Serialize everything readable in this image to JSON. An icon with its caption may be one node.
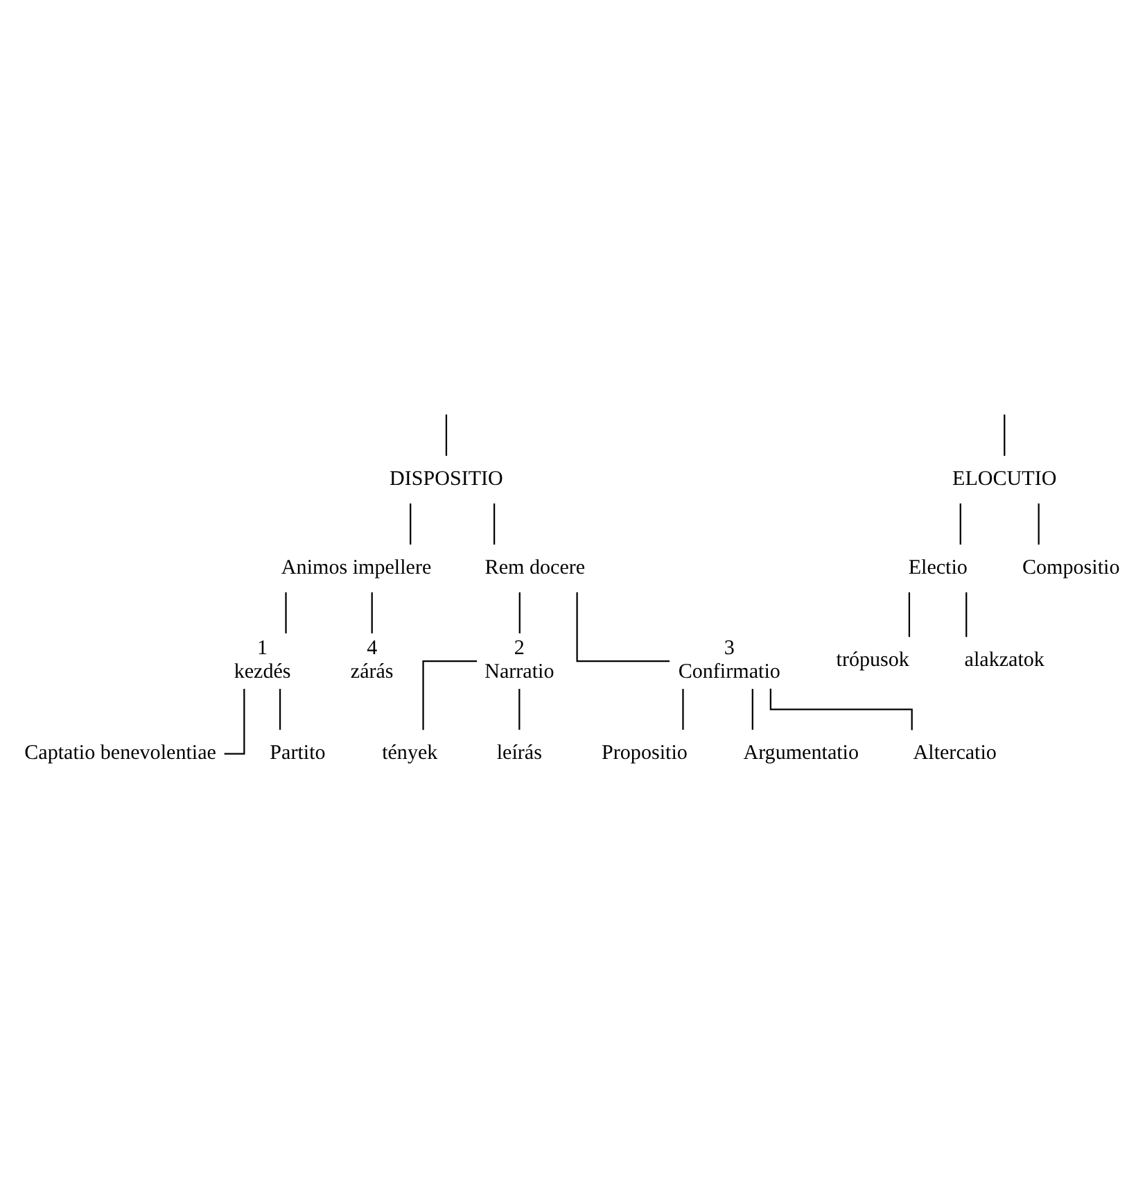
{
  "diagram": {
    "nodes": [
      {
        "text": [
          "DISPOSITIO"
        ]
      },
      {
        "text": [
          "ELOCUTIO"
        ]
      },
      {
        "text": [
          "Electio"
        ]
      },
      {
        "text": [
          "Compositio"
        ]
      },
      {
        "text": [
          "trópusok"
        ]
      },
      {
        "text": [
          "alakzatok"
        ]
      },
      {
        "text": [
          "Animos impellere"
        ]
      },
      {
        "text": [
          "Rem docere"
        ]
      },
      {
        "text": [
          "1",
          "kezdés"
        ]
      },
      {
        "text": [
          "4",
          "zárás"
        ]
      },
      {
        "text": [
          "Captatio benevolentiae"
        ]
      },
      {
        "text": [
          "Partito"
        ]
      },
      {
        "text": [
          "2",
          "Narratio"
        ]
      },
      {
        "text": [
          "3",
          "Confirmatio"
        ]
      },
      {
        "text": [
          "tények"
        ]
      },
      {
        "text": [
          "leírás"
        ]
      },
      {
        "text": [
          "Propositio"
        ]
      },
      {
        "text": [
          "Argumentatio"
        ]
      },
      {
        "text": [
          "Altercatio"
        ]
      }
    ],
    "edges": [
      {
        "from": null,
        "to": 0,
        "arrow": "none"
      },
      {
        "from": null,
        "to": 1,
        "arrow": "none"
      },
      {
        "from": 1,
        "to": 2,
        "arrow": "none"
      },
      {
        "from": 1,
        "to": 3,
        "arrow": "none"
      },
      {
        "from": 2,
        "to": 4,
        "arrow": "none"
      },
      {
        "from": 2,
        "to": 5,
        "arrow": "none"
      },
      {
        "from": 0,
        "to": 6,
        "arrow": "none"
      },
      {
        "from": 0,
        "to": 7,
        "arrow": "none"
      },
      {
        "from": 6,
        "to": 8,
        "arrow": "none"
      },
      {
        "from": 6,
        "to": 9,
        "arrow": "none"
      },
      {
        "from": 8,
        "to": 10,
        "arrow": "none"
      },
      {
        "from": 8,
        "to": 11,
        "arrow": "none"
      },
      {
        "from": 7,
        "to": 12,
        "arrow": "none"
      },
      {
        "from": 7,
        "to": 13,
        "arrow": "none"
      },
      {
        "from": 12,
        "to": 14,
        "arrow": "none"
      },
      {
        "from": 12,
        "to": 15,
        "arrow": "none"
      },
      {
        "from": 13,
        "to": 16,
        "arrow": "none"
      },
      {
        "from": 13,
        "to": 17,
        "arrow": "none"
      },
      {
        "from": 13,
        "to": 18,
        "arrow": "none"
      }
    ]
  }
}
